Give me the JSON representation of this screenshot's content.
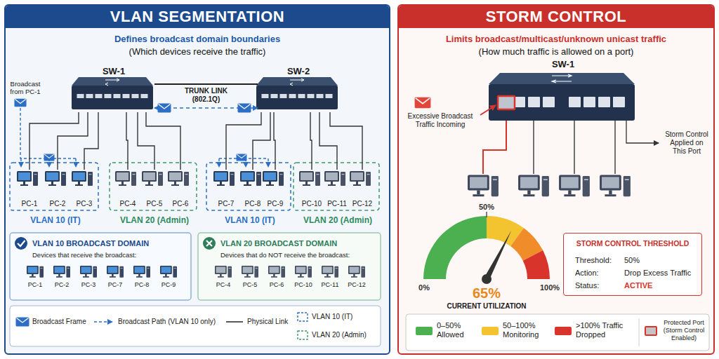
{
  "diagram": {
    "nodes": [
      {
        "text": [
          "VLAN SEGMENTATION",
          "Defines broadcast domain boundaries",
          "(Which devices receive the traffic)"
        ]
      },
      {
        "text": [
          "SW-1"
        ],
        "in": 0
      },
      {
        "text": [
          "SW-2"
        ],
        "in": 0
      },
      {
        "text": [
          "VLAN 10 (IT)"
        ],
        "in": 0
      },
      {
        "text": [
          "PC-1"
        ],
        "in": 3
      },
      {
        "text": [
          "PC-2"
        ],
        "in": 3
      },
      {
        "text": [
          "PC-3"
        ],
        "in": 3
      },
      {
        "text": [
          "VLAN 20 (Admin)"
        ],
        "in": 0
      },
      {
        "text": [
          "PC-4"
        ],
        "in": 7
      },
      {
        "text": [
          "PC-5"
        ],
        "in": 7
      },
      {
        "text": [
          "PC-6"
        ],
        "in": 7
      },
      {
        "text": [
          "VLAN 10 (IT)"
        ],
        "in": 0
      },
      {
        "text": [
          "PC-7"
        ],
        "in": 11
      },
      {
        "text": [
          "PC-8"
        ],
        "in": 11
      },
      {
        "text": [
          "PC-9"
        ],
        "in": 11
      },
      {
        "text": [
          "VLAN 20 (Admin)"
        ],
        "in": 0
      },
      {
        "text": [
          "PC-10"
        ],
        "in": 15
      },
      {
        "text": [
          "PC-11"
        ],
        "in": 15
      },
      {
        "text": [
          "PC-12"
        ],
        "in": 15
      },
      {
        "text": [
          "VLAN 10 BROADCAST DOMAIN",
          "Devices that receive the broadcast:"
        ],
        "in": 0
      },
      {
        "text": [
          "VLAN 20 BROADCAST DOMAIN",
          "Devices that do NOT receive the broadcast:"
        ],
        "in": 0
      },
      {
        "text": [
          "STORM CONTROL",
          "Limits broadcast/multicast/unknown unicast traffic",
          "(How much traffic is allowed on a port)"
        ]
      },
      {
        "text": [
          "SW-1"
        ],
        "in": 21
      },
      {
        "text": [
          "STORM CONTROL THRESHOLD",
          "Threshold:",
          "50%",
          "Action:",
          "Drop Excess Traffic",
          "Status:",
          "ACTIVE"
        ],
        "in": 21
      }
    ],
    "edges": [
      {
        "from": 1,
        "to": 2,
        "arrow": "none",
        "label": "TRUNK LINK (802.1Q)"
      },
      {
        "from": 1,
        "to": 2,
        "arrow": "both"
      },
      {
        "from": 1,
        "to": 4,
        "arrow": "none"
      },
      {
        "from": 1,
        "to": 5,
        "arrow": "none"
      },
      {
        "from": 1,
        "to": 6,
        "arrow": "none"
      },
      {
        "from": 1,
        "to": 8,
        "arrow": "none"
      },
      {
        "from": 1,
        "to": 9,
        "arrow": "none"
      },
      {
        "from": 1,
        "to": 10,
        "arrow": "none"
      },
      {
        "from": 2,
        "to": 12,
        "arrow": "none"
      },
      {
        "from": 2,
        "to": 13,
        "arrow": "none"
      },
      {
        "from": 2,
        "to": 14,
        "arrow": "none"
      },
      {
        "from": 2,
        "to": 16,
        "arrow": "none"
      },
      {
        "from": 2,
        "to": 17,
        "arrow": "none"
      },
      {
        "from": 2,
        "to": 18,
        "arrow": "none"
      }
    ],
    "labels": [
      "Broadcast from PC-1",
      "PC-1",
      "PC-2",
      "PC-3",
      "PC-7",
      "PC-8",
      "PC-9",
      "PC-4",
      "PC-5",
      "PC-6",
      "PC-10",
      "PC-11",
      "PC-12",
      "Excessive Broadcast Traffic Incoming",
      "Storm Control Applied on This Port",
      "50%",
      "0%",
      "100%",
      "65%",
      "CURRENT UTILIZATION"
    ],
    "legend": [
      {
        "text": "Broadcast Frame"
      },
      {
        "text": "Broadcast Path (VLAN 10 only)"
      },
      {
        "text": "Physical Link"
      },
      {
        "text": "VLAN 10 (IT)"
      },
      {
        "text": "VLAN 20 (Admin)"
      },
      {
        "text": "0–50% Allowed",
        "color": "#4caf50"
      },
      {
        "text": "50–100% Monitoring",
        "color": "#f4c430"
      },
      {
        "text": ">100% Traffic Dropped",
        "color": "#d9342b"
      },
      {
        "text": "Protected Port (Storm Control Enabled)",
        "color": "#c4c4c4"
      }
    ]
  }
}
